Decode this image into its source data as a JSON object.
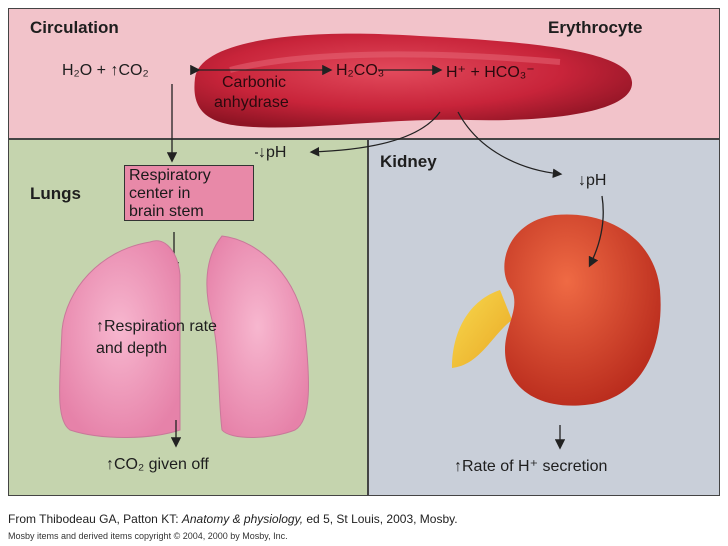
{
  "panels": {
    "circulation": "Circulation",
    "erythrocyte": "Erythrocyte",
    "lungs": "Lungs",
    "kidney": "Kidney"
  },
  "reaction": {
    "reactants": "H₂O + ↑CO₂",
    "enzyme_line1": "Carbonic",
    "enzyme_line2": "anhydrase",
    "intermediate": "H₂CO₃",
    "products": "H⁺ + HCO₃⁻"
  },
  "lungs_flow": {
    "ph": "↓pH",
    "center_line1": "Respiratory",
    "center_line2": "center in",
    "center_line3": "brain stem",
    "response_line1": "↑Respiration rate",
    "response_line2": "and depth",
    "result": "↑CO₂ given off"
  },
  "kidney_flow": {
    "ph": "↓pH",
    "result": "↑Rate of H⁺ secretion"
  },
  "colors": {
    "circulation_bg": "#f2c3ca",
    "lungs_bg": "#c5d4ae",
    "kidney_bg": "#c9cfd9",
    "erythrocyte": "#c8243a",
    "lung_tissue": "#f29bbd",
    "kidney_tissue": "#d8432a",
    "ureter": "#f2c33a"
  },
  "credits": {
    "source_prefix": "From Thibodeau GA, Patton KT: ",
    "source_title": "Anatomy & physiology,",
    "source_suffix": " ed 5, St Louis, 2003, Mosby.",
    "copyright": "Mosby items and derived items copyright © 2004, 2000 by Mosby, Inc."
  }
}
